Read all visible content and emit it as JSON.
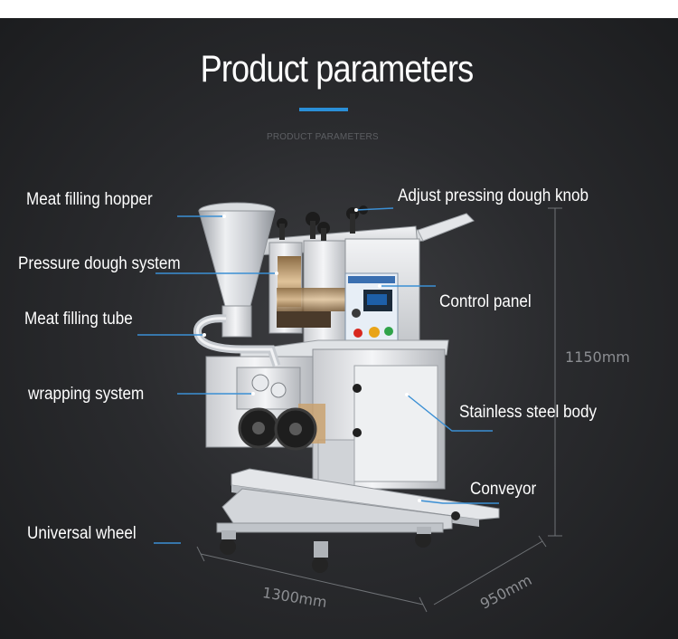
{
  "header": {
    "title": "Product parameters",
    "subtitle": "PRODUCT PARAMETERS"
  },
  "labels": {
    "meat_filling_hopper": "Meat filling hopper",
    "pressure_dough_system": "Pressure dough system",
    "meat_filling_tube": "Meat filling tube",
    "wrapping_system": "wrapping system",
    "universal_wheel": "Universal wheel",
    "adjust_knob": "Adjust pressing dough knob",
    "control_panel": "Control panel",
    "stainless_body": "Stainless steel body",
    "conveyor": "Conveyor"
  },
  "dimensions": {
    "height": "1150mm",
    "length": "1300mm",
    "width": "950mm"
  },
  "colors": {
    "accent": "#2a8fd8",
    "leader_line": "#3b8fd4",
    "label_text": "#ffffff",
    "dimension_text": "#8c8e92",
    "stop_button": "#d8281f",
    "start_button": "#e9a418",
    "reset_button": "#2fa34a"
  }
}
